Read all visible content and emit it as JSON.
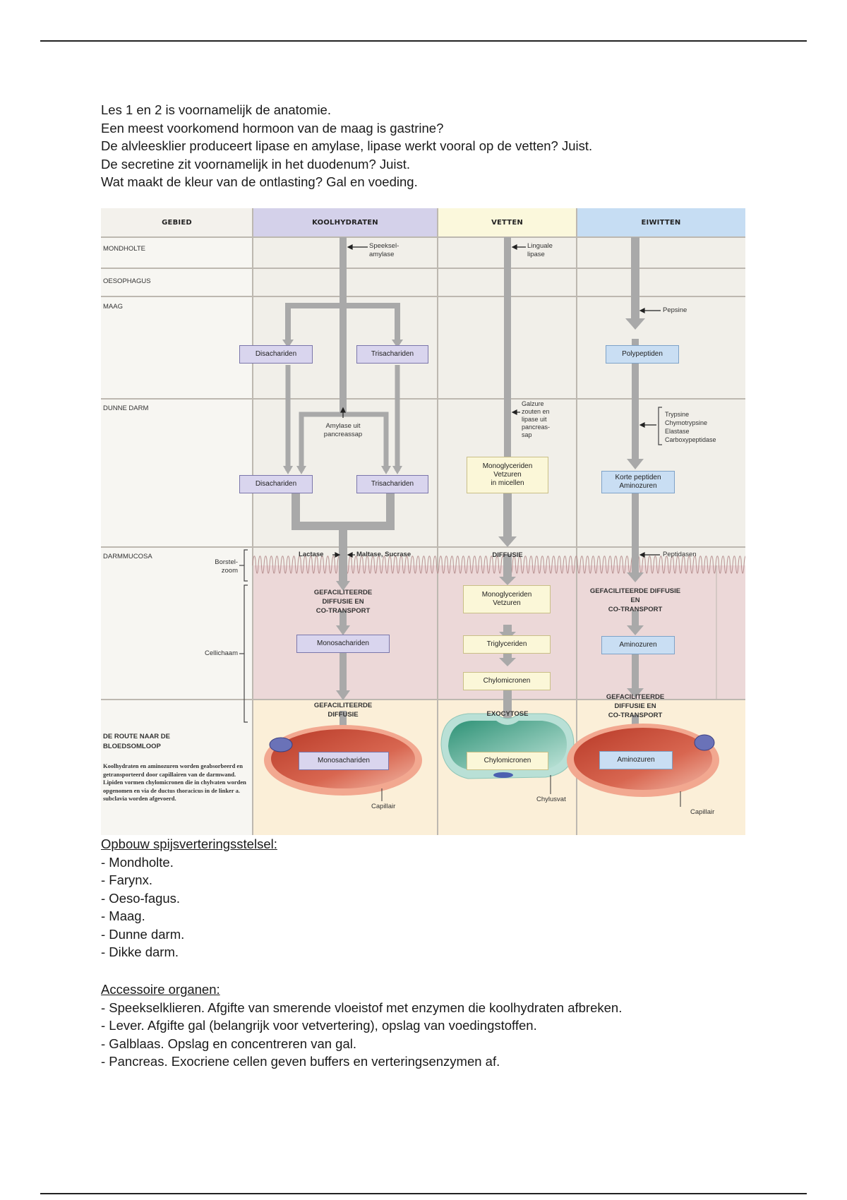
{
  "intro_lines": [
    "Les 1 en 2 is voornamelijk de anatomie.",
    "Een meest voorkomend hormoon van de maag is gastrine?",
    "De alvleesklier produceert lipase en amylase, lipase werkt vooral op de vetten? Juist.",
    "De secretine zit voornamelijk in het duodenum? Juist.",
    "Wat maakt de kleur van de ontlasting? Gal en voeding."
  ],
  "diagram": {
    "headers": {
      "region": "GEBIED",
      "carbs": "KOOLHYDRATEN",
      "fats": "VETTEN",
      "proteins": "EIWITTEN"
    },
    "header_colors": {
      "region": "#f3f1ec",
      "carbs": "#d4d1ea",
      "fats": "#fbf8dc",
      "proteins": "#c6ddf3"
    },
    "rows": {
      "mouth": "MONDHOLTE",
      "esophagus": "OESOPHAGUS",
      "stomach": "MAAG",
      "small_intestine": "DUNNE DARM",
      "mucosa": "DARMMUCOSA",
      "bloodstream_line1": "DE ROUTE NAAR DE",
      "bloodstream_line2": "BLOEDSOMLOOP"
    },
    "side_labels": {
      "brush_border_1": "Borstel-",
      "brush_border_2": "zoom",
      "cell_body": "Cellichaam"
    },
    "bloodstream_note": "Koolhydraten en aminozuren worden geabsorbeerd en getransporteerd door capillairen van de darmwand. Lipiden vormen chylomicronen die in chylvaten worden opgenomen en via de ductus thoracicus in de linker a. subclavia worden afgevoerd.",
    "enzymes": {
      "saliva_amylase_1": "Speeksel-",
      "saliva_amylase_2": "amylase",
      "lingual_lipase_1": "Linguale",
      "lingual_lipase_2": "lipase",
      "pepsin": "Pepsine",
      "pancreatic_amylase_1": "Amylase uit",
      "pancreatic_amylase_2": "pancreassap",
      "bile_lipase": [
        "Galzure",
        "zouten en",
        "lipase uit",
        "pancreas-",
        "sap"
      ],
      "proteases": [
        "Trypsine",
        "Chymotrypsine",
        "Elastase",
        "Carboxypeptidase"
      ],
      "lactase": "Lactase",
      "maltase_sucrase": "Maltase, Sucrase",
      "peptidases": "Peptidasen"
    },
    "boxes": {
      "stomach_disaccharides": "Disachariden",
      "stomach_trisaccharides": "Trisachariden",
      "polypeptides": "Polypeptiden",
      "intestine_disaccharides": "Disachariden",
      "intestine_trisaccharides": "Trisachariden",
      "micelles": [
        "Monoglyceriden",
        "Vetzuren",
        "in micellen"
      ],
      "short_peptides": [
        "Korte peptiden",
        "Aminozuren"
      ],
      "cell_monosaccharides": "Monosachariden",
      "cell_mono_fatty": [
        "Monoglyceriden",
        "Vetzuren"
      ],
      "triglycerides": "Triglyceriden",
      "chylomicrons": "Chylomicronen",
      "cell_amino_acids": "Aminozuren",
      "blood_monosaccharides": "Monosachariden",
      "lymph_chylomicrons": "Chylomicronen",
      "blood_amino_acids": "Aminozuren"
    },
    "transport": {
      "carbs_in": [
        "GEFACILITEERDE",
        "DIFFUSIE EN",
        "CO-TRANSPORT"
      ],
      "fats_in": "DIFFUSIE",
      "proteins_in": [
        "GEFACILITEERDE DIFFUSIE",
        "EN",
        "CO-TRANSPORT"
      ],
      "carbs_out": [
        "GEFACILITEERDE",
        "DIFFUSIE"
      ],
      "fats_out": "EXOCYTOSE",
      "proteins_out": [
        "GEFACILITEERDE",
        "DIFFUSIE EN",
        "CO-TRANSPORT"
      ]
    },
    "vessel_labels": {
      "capillary_1": "Capillair",
      "lymph_vessel": "Chylusvat",
      "capillary_2": "Capillair"
    }
  },
  "section_structure": {
    "heading": "Opbouw spijsverteringsstelsel:",
    "items": [
      "- Mondholte.",
      "- Farynx.",
      "- Oeso-fagus.",
      "- Maag.",
      "- Dunne darm.",
      "- Dikke darm."
    ]
  },
  "section_accessory": {
    "heading": "Accessoire organen:",
    "items": [
      "- Speekselklieren. Afgifte van smerende vloeistof met enzymen die koolhydraten afbreken.",
      "- Lever. Afgifte gal (belangrijk voor vetvertering), opslag van voedingstoffen.",
      "- Galblaas. Opslag en concentreren van gal.",
      "- Pancreas. Exocriene cellen geven buffers en verteringsenzymen af."
    ]
  }
}
